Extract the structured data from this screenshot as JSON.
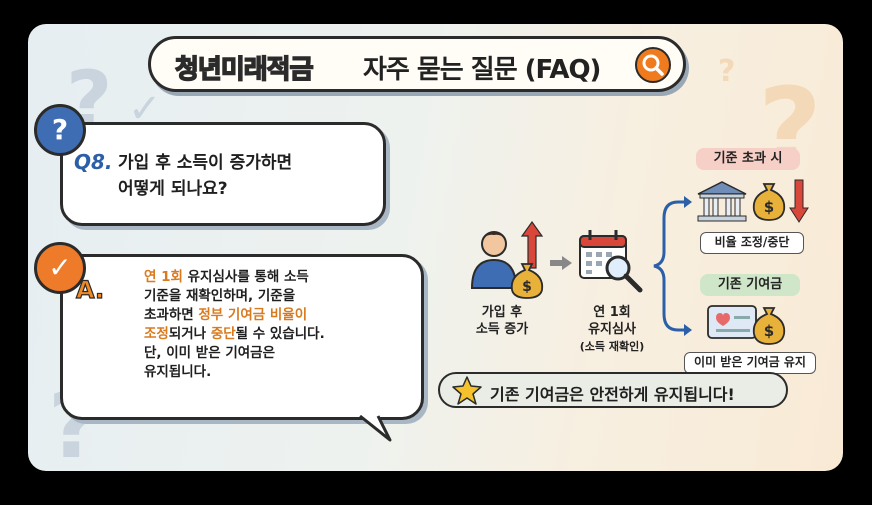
{
  "title": {
    "highlight": "청년미래적금",
    "rest": "자주 묻는 질문 (FAQ)"
  },
  "question": {
    "label": "Q8.",
    "line1": "가입 후 소득이 증가하면",
    "line2": "어떻게 되나요?"
  },
  "answer": {
    "label": "A.",
    "l1a": "연 1회",
    "l1b": " 유지심사를 통해 소득",
    "l2": "기준을 재확인하며, 기준을",
    "l3a": "초과하면 ",
    "l3b": "정부 기여금 비율이",
    "l4a": "조정",
    "l4b": "되거나 ",
    "l4c": "중단",
    "l4d": "될 수 있습니다.",
    "l5": "단, 이미 받은 기여금은",
    "l6": "유지됩니다."
  },
  "flow": {
    "step1_line1": "가입 후",
    "step1_line2": "소득 증가",
    "step2_line1": "연 1회",
    "step2_line2": "유지심사",
    "step2_line3": "(소득 재확인)",
    "over_label": "기준 초과 시",
    "over_result": "비율 조정/중단",
    "keep_label": "기존 기여금",
    "keep_result": "이미 받은 기여금 유지"
  },
  "banner": "기존 기여금은 안전하게 유지됩니다!",
  "colors": {
    "accent_orange": "#f08a24",
    "accent_blue": "#2b5fa8",
    "red": "#d9463a",
    "green": "#4a9a54"
  }
}
